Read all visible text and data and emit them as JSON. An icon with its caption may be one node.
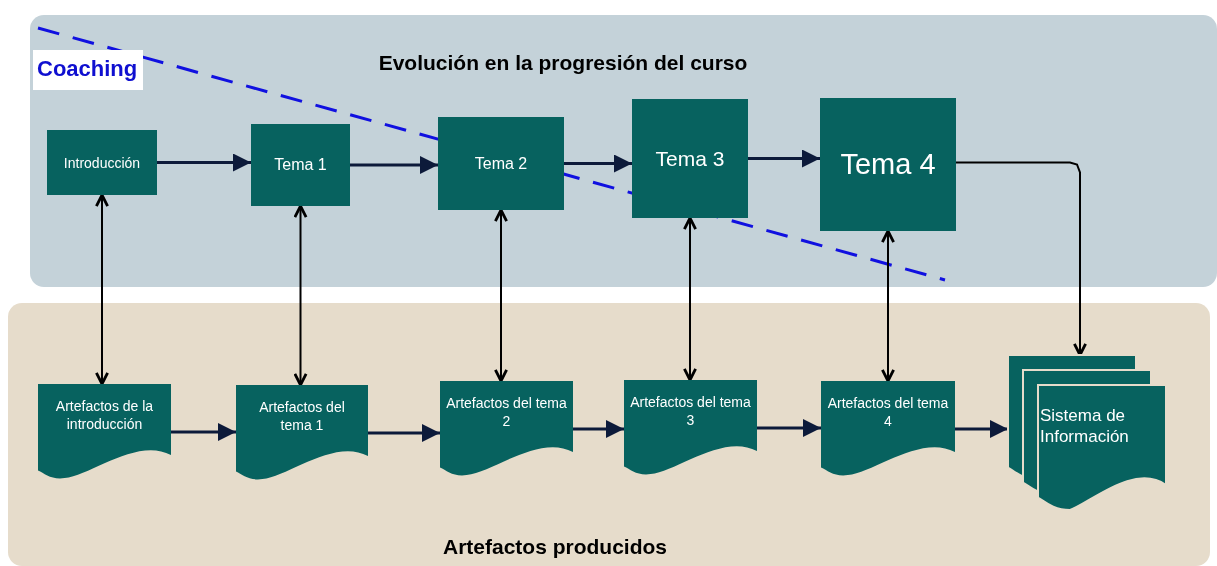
{
  "diagram": {
    "nodes": [
      {
        "text": [
          "Evolución en la progresión del curso"
        ]
      },
      {
        "text": [
          "Artefactos producidos"
        ]
      },
      {
        "text": [
          "Coaching"
        ],
        "in": 0
      },
      {
        "text": [
          "Introducción"
        ],
        "in": 0
      },
      {
        "text": [
          "Tema 1"
        ],
        "in": 0
      },
      {
        "text": [
          "Tema 2"
        ],
        "in": 0
      },
      {
        "text": [
          "Tema 3"
        ],
        "in": 0
      },
      {
        "text": [
          "Tema 4"
        ],
        "in": 0
      },
      {
        "text": [
          "Artefactos de la introducción"
        ],
        "in": 1
      },
      {
        "text": [
          "Artefactos del tema 1"
        ],
        "in": 1
      },
      {
        "text": [
          "Artefactos del tema 2"
        ],
        "in": 1
      },
      {
        "text": [
          "Artefactos del tema 3"
        ],
        "in": 1
      },
      {
        "text": [
          "Artefactos del tema 4"
        ],
        "in": 1
      },
      {
        "text": [
          "Sistema de Información"
        ],
        "in": 1
      }
    ],
    "edges": [
      {
        "from": 3,
        "to": 4,
        "arrow": "to"
      },
      {
        "from": 4,
        "to": 5,
        "arrow": "to"
      },
      {
        "from": 5,
        "to": 6,
        "arrow": "to"
      },
      {
        "from": 6,
        "to": 7,
        "arrow": "to"
      },
      {
        "from": 3,
        "to": 8,
        "arrow": "both",
        "color": "#000000"
      },
      {
        "from": 4,
        "to": 9,
        "arrow": "both",
        "color": "#000000"
      },
      {
        "from": 5,
        "to": 10,
        "arrow": "both",
        "color": "#000000"
      },
      {
        "from": 6,
        "to": 11,
        "arrow": "both",
        "color": "#000000"
      },
      {
        "from": 7,
        "to": 12,
        "arrow": "both",
        "color": "#000000"
      },
      {
        "from": 7,
        "to": 13,
        "arrow": "to",
        "color": "#000000"
      },
      {
        "from": 8,
        "to": 9,
        "arrow": "to"
      },
      {
        "from": 9,
        "to": 10,
        "arrow": "to"
      },
      {
        "from": 10,
        "to": 11,
        "arrow": "to"
      },
      {
        "from": 11,
        "to": 12,
        "arrow": "to"
      },
      {
        "from": 12,
        "to": 13,
        "arrow": "to"
      }
    ]
  }
}
